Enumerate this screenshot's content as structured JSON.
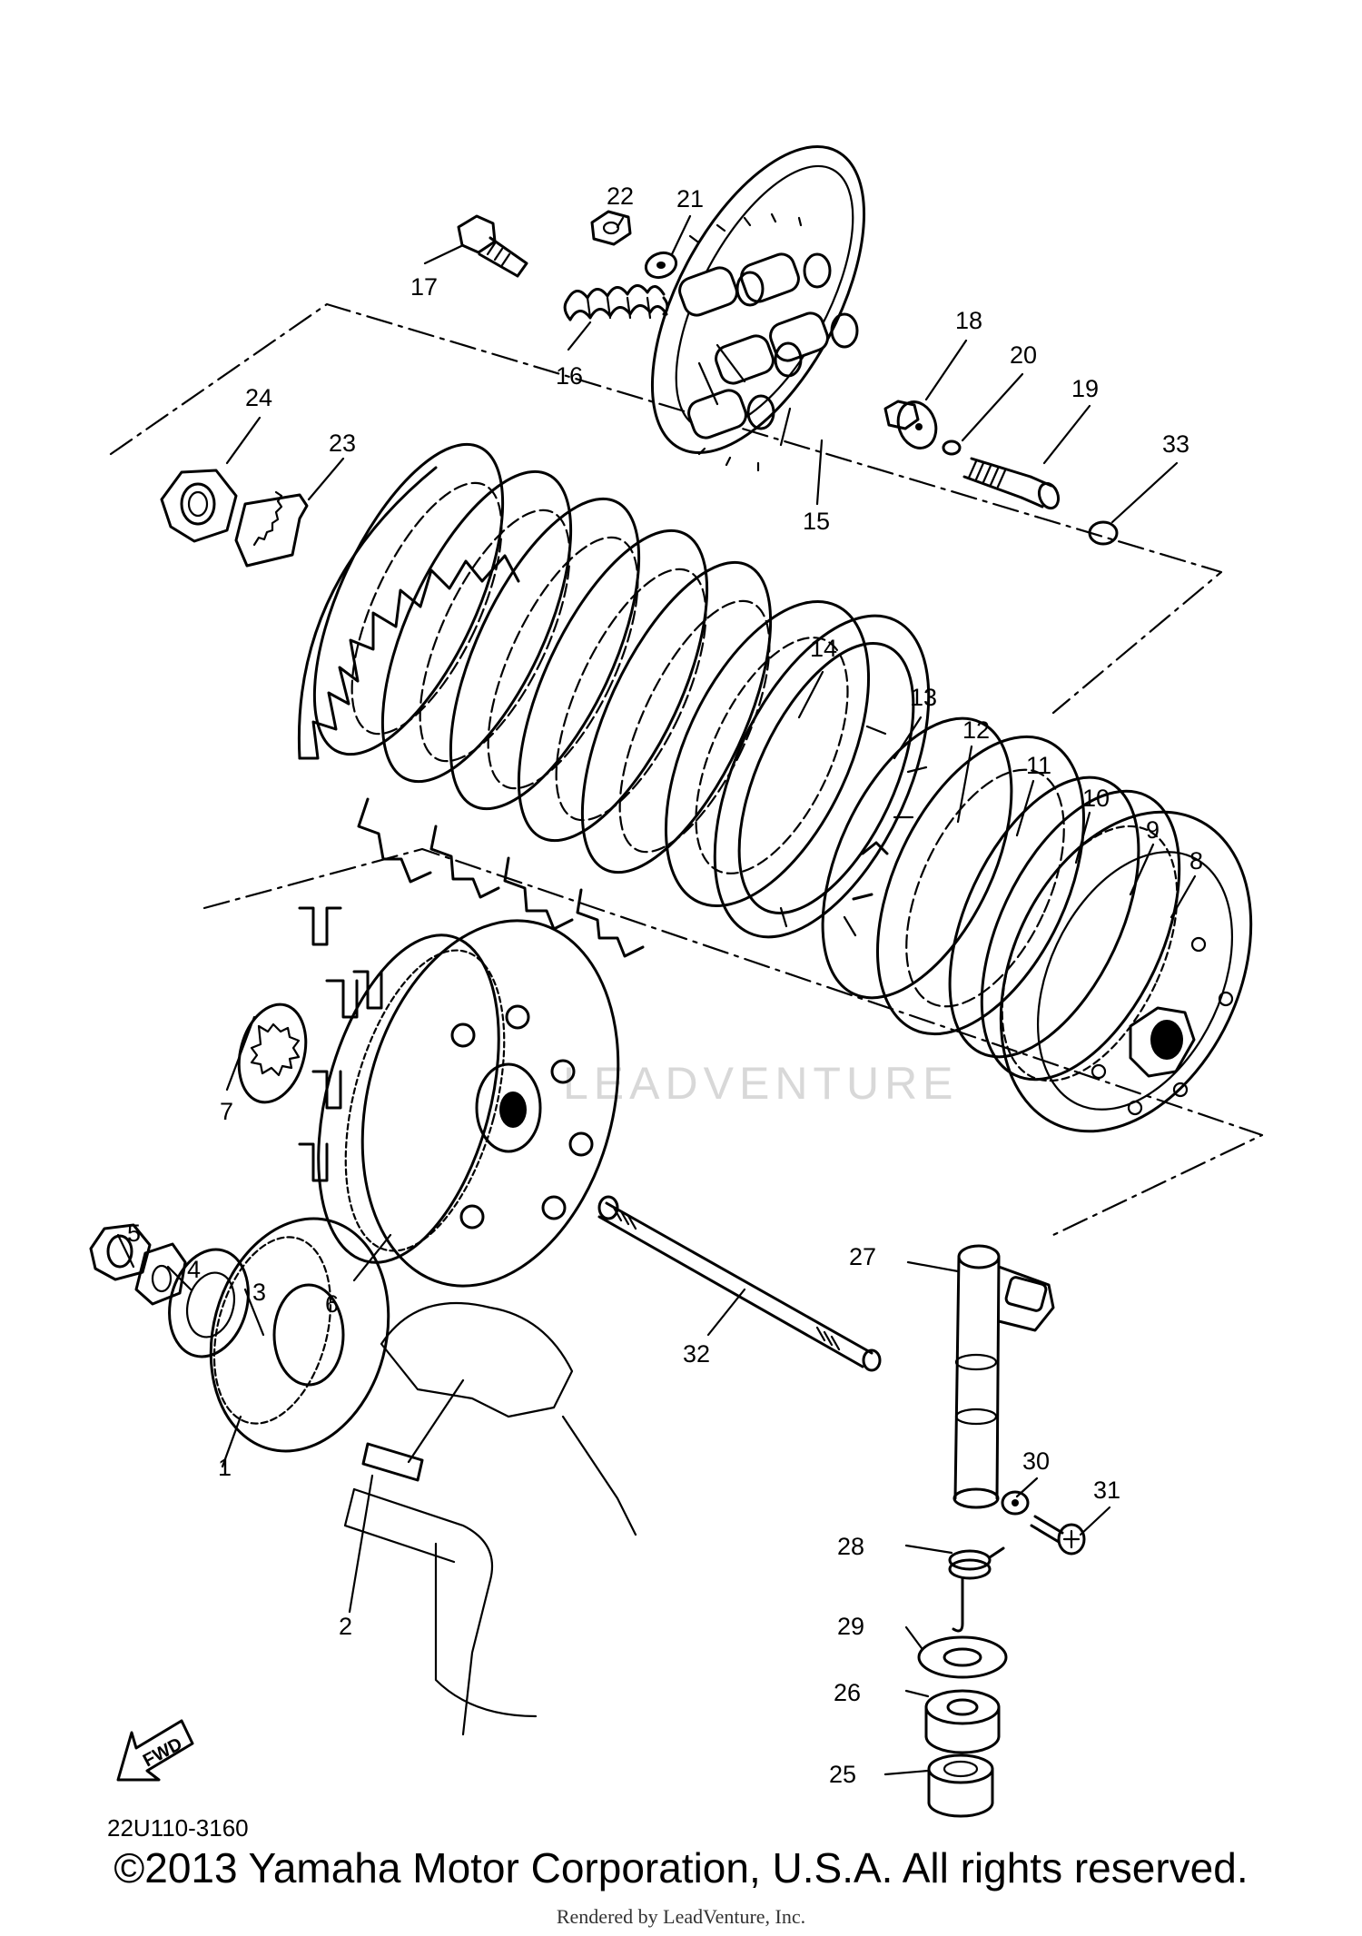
{
  "diagram": {
    "part_numbers": [
      "1",
      "2",
      "3",
      "4",
      "5",
      "6",
      "7",
      "8",
      "9",
      "10",
      "11",
      "12",
      "13",
      "14",
      "15",
      "16",
      "17",
      "18",
      "19",
      "20",
      "21",
      "22",
      "23",
      "24",
      "25",
      "26",
      "27",
      "28",
      "29",
      "30",
      "31",
      "32",
      "33"
    ],
    "fwd_label": "FWD",
    "drawing_code": "22U110-3160",
    "watermark": "LEADVENTURE"
  },
  "footer": {
    "copyright": "©2013 Yamaha Motor Corporation, U.S.A. All rights reserved.",
    "rendered_by": "Rendered by LeadVenture, Inc."
  }
}
